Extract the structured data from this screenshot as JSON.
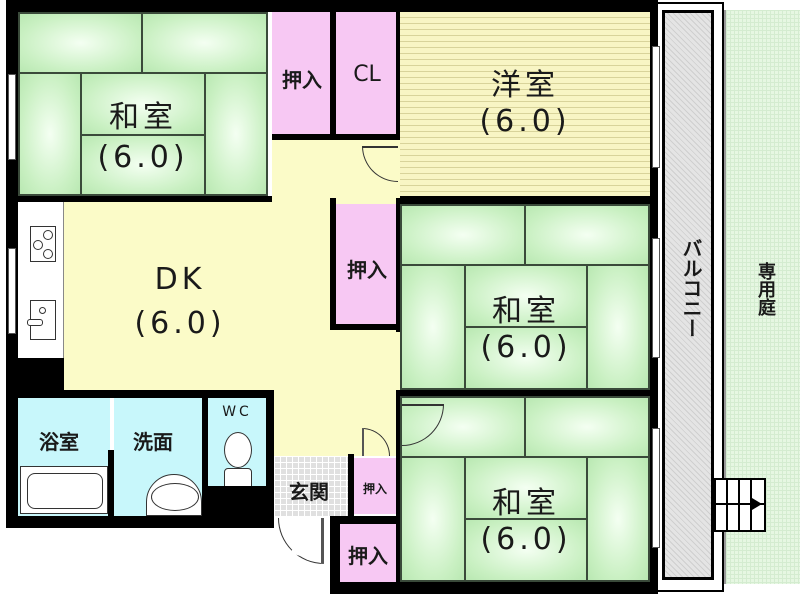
{
  "floor_plan": {
    "rooms": [
      {
        "id": "washitsu-nw",
        "name": "和室",
        "size": "(6.0)",
        "type": "tatami"
      },
      {
        "id": "youshitsu",
        "name": "洋室",
        "size": "(6.0)",
        "type": "flooring"
      },
      {
        "id": "dk",
        "name": "DK",
        "size": "(6.0)",
        "type": "dining-kitchen"
      },
      {
        "id": "washitsu-e",
        "name": "和室",
        "size": "(6.0)",
        "type": "tatami"
      },
      {
        "id": "washitsu-se",
        "name": "和室",
        "size": "(6.0)",
        "type": "tatami"
      }
    ],
    "closets": [
      {
        "id": "oshiire-top",
        "label": "押入"
      },
      {
        "id": "cl-top",
        "label": "CL"
      },
      {
        "id": "oshiire-mid",
        "label": "押入"
      },
      {
        "id": "oshiire-small",
        "label": "押入"
      },
      {
        "id": "oshiire-bottom",
        "label": "押入"
      }
    ],
    "wet_areas": {
      "bath": "浴室",
      "washroom": "洗面",
      "toilet": "WC"
    },
    "entrance": "玄関",
    "balcony": "バルコニー",
    "garden": "専用庭",
    "colors": {
      "tatami": "#c9f0c2",
      "closet": "#f7c8f3",
      "youshitsu": "#f8f5c4",
      "dk": "#fbfbc8",
      "wet": "#c8f7fb",
      "entrance": "#d9d9d9",
      "balcony": "#e2e2e2",
      "garden": "#e6f7e2",
      "wall": "#000000"
    }
  }
}
